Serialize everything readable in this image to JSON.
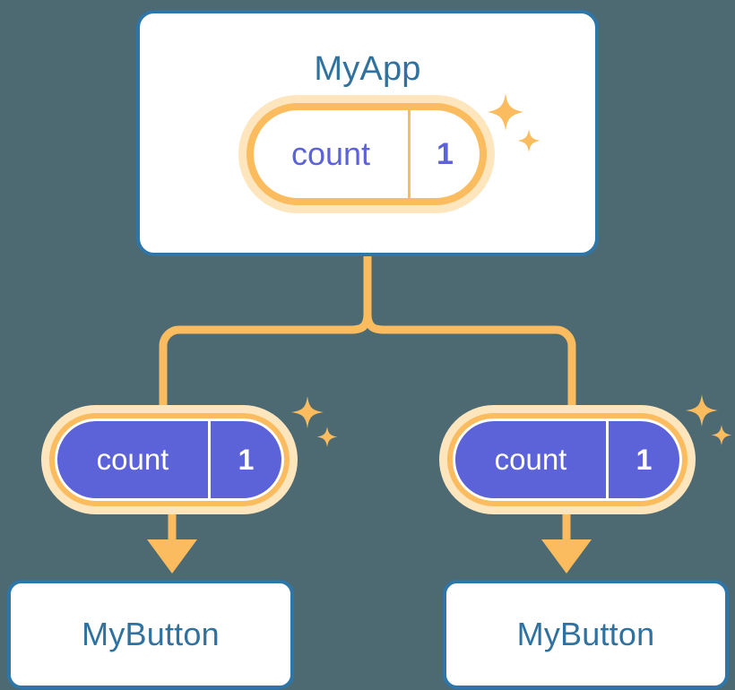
{
  "theme": {
    "background": "#4d6a72",
    "card_border": "#2e75a8",
    "card_fill": "#ffffff",
    "title_text": "#2f719f",
    "accent_orange": "#fabc5f",
    "accent_orange_glow": "#fde5bd",
    "state_purple": "#5c63d8",
    "state_text_light": "#ffffff"
  },
  "root": {
    "title": "MyApp",
    "state": {
      "key": "count",
      "value": "1"
    },
    "sparkle_name": "sparkle-icon"
  },
  "children": [
    {
      "state": {
        "key": "count",
        "value": "1"
      },
      "title": "MyButton",
      "sparkle_name": "sparkle-icon"
    },
    {
      "state": {
        "key": "count",
        "value": "1"
      },
      "title": "MyButton",
      "sparkle_name": "sparkle-icon"
    }
  ],
  "connectors": {
    "trunk_name": "trunk-connector",
    "branch_name": "branch-connector",
    "arrow_name": "arrow-connector"
  }
}
